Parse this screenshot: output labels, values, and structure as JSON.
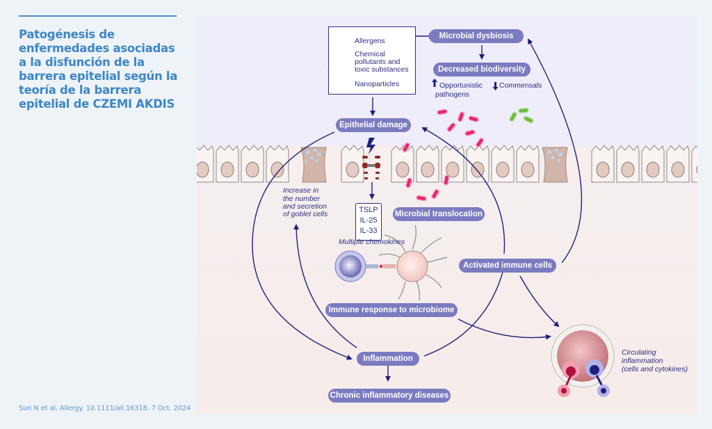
{
  "sidebar": {
    "title": "Patogénesis de enfermedades asociadas a la disfunción de la barrera epitelial según la teoría de la barrera epitelial de CZEMI AKDIS",
    "citation": "Sun N et al. Allergy. 10.1111/all.16318. 7 Oct. 2024"
  },
  "diagram": {
    "sources": {
      "allergens": "Allergens",
      "chemical_line1": "Chemical",
      "chemical_line2": "pollutants and",
      "chemical_line3": "toxic substances",
      "nanoparticles": "Nanoparticles"
    },
    "nodes": {
      "microbial_dysbiosis": "Microbial dysbiosis",
      "decreased_biodiversity": "Decreased biodiversity",
      "epithelial_damage": "Epithelial damage",
      "microbial_translocation": "Microbial translocation",
      "activated_immune_cells": "Activated immune cells",
      "immune_response": "Immune response to microbiome",
      "inflammation": "Inflammation",
      "chronic_diseases": "Chronic inflammatory diseases"
    },
    "labels": {
      "opportunistic_line1": "Opportunistic",
      "opportunistic_line2": "pathogens",
      "commensals": "Commensals",
      "goblet_line1": "Increase in",
      "goblet_line2": "the number",
      "goblet_line3": "and secretion",
      "goblet_line4": "of goblet cells",
      "chemokines": "Multiple chemokines",
      "circulating_line1": "Circulating",
      "circulating_line2": "inflammation",
      "circulating_line3": "(cells and cytokines)"
    },
    "cytokines": [
      "TSLP",
      "IL-25",
      "IL-33"
    ],
    "icons": {
      "up": "arrow-up-icon",
      "down": "arrow-down-icon"
    },
    "colors": {
      "pill": "#7b7bc0",
      "arrow": "#1f1f7a",
      "title": "#3d86c6",
      "pathogen": "#e8246e",
      "commensal": "#6dbb3d"
    }
  }
}
